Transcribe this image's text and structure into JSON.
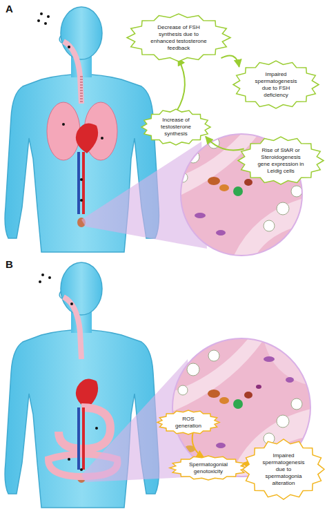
{
  "diagram": {
    "nodes": [
      {
        "text": [
          "Decrease of FSH synthesis due to enhanced testosterone feedback"
        ]
      },
      {
        "text": [
          "Impaired spermatogenesis due to FSH deficiency"
        ]
      },
      {
        "text": [
          "Increase of testosterone synthesis"
        ]
      },
      {
        "text": [
          "Rise of StAR or Steroidogenesis gene expression in Leidig cells"
        ]
      },
      {
        "text": [
          "ROS generation"
        ]
      },
      {
        "text": [
          "Spermatogonial genotoxicity"
        ]
      },
      {
        "text": [
          "Impaired spermatogenesis due to spermatogonia alteration"
        ]
      }
    ],
    "edges": [
      {
        "from": 2,
        "to": 0,
        "arrow": "to"
      },
      {
        "from": 0,
        "to": 1,
        "arrow": "to"
      },
      {
        "from": 3,
        "to": 2,
        "arrow": "to"
      },
      {
        "from": 4,
        "to": 5,
        "arrow": "to"
      },
      {
        "from": 5,
        "to": 6,
        "arrow": "to"
      }
    ],
    "labels": [
      "A",
      "B"
    ]
  }
}
